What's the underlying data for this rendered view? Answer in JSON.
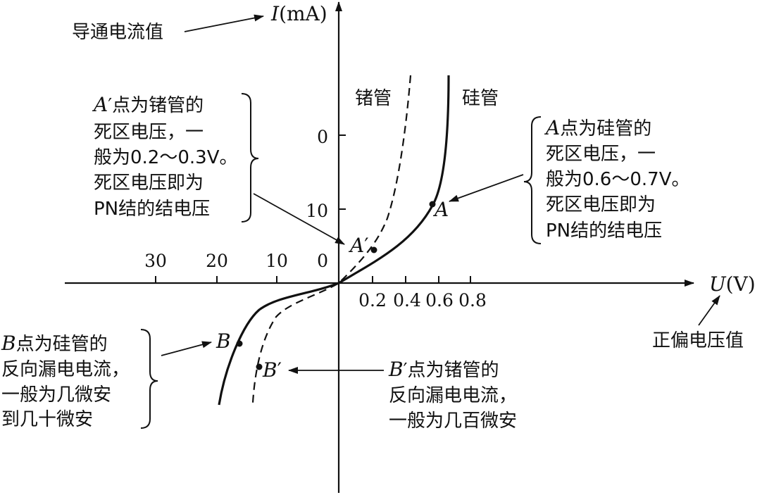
{
  "axes": {
    "y": {
      "symbol": "I",
      "unit": "(mA)",
      "ticks_positive": [
        "0",
        "10"
      ],
      "origin_label": "0"
    },
    "x_negative_ticks": [
      "30",
      "20",
      "10"
    ],
    "x": {
      "symbol": "U",
      "unit": "(V)",
      "ticks": [
        "0.2",
        "0.4",
        "0.6",
        "0.8"
      ]
    }
  },
  "curves": {
    "germanium_label": "锗管",
    "silicon_label": "硅管"
  },
  "points": {
    "A": {
      "letter": "A"
    },
    "A_prime": {
      "letter": "A",
      "mark": "′"
    },
    "B": {
      "letter": "B"
    },
    "B_prime": {
      "letter": "B",
      "mark": "′"
    }
  },
  "annotations": {
    "conduction_current": "导通电流值",
    "forward_voltage": "正偏电压值",
    "a_prime_note": {
      "letter": "A",
      "mark": "′",
      "line1_rest": "点为锗管的",
      "line2": "死区电压，一",
      "line3": "般为0.2～0.3V。",
      "line4": "死区电压即为",
      "line5": "PN结的结电压"
    },
    "a_note": {
      "letter": "A",
      "line1_rest": "点为硅管的",
      "line2": "死区电压，一",
      "line3": "般为0.6～0.7V。",
      "line4": "死区电压即为",
      "line5": "PN结的结电压"
    },
    "b_note": {
      "letter": "B",
      "line1_rest": "点为硅管的",
      "line2": "反向漏电电流，",
      "line3": "一般为几微安",
      "line4": "到几十微安"
    },
    "b_prime_note": {
      "letter": "B",
      "mark": "′",
      "line1_rest": "点为锗管的",
      "line2": "反向漏电电流，",
      "line3": "一般为几百微安"
    }
  }
}
